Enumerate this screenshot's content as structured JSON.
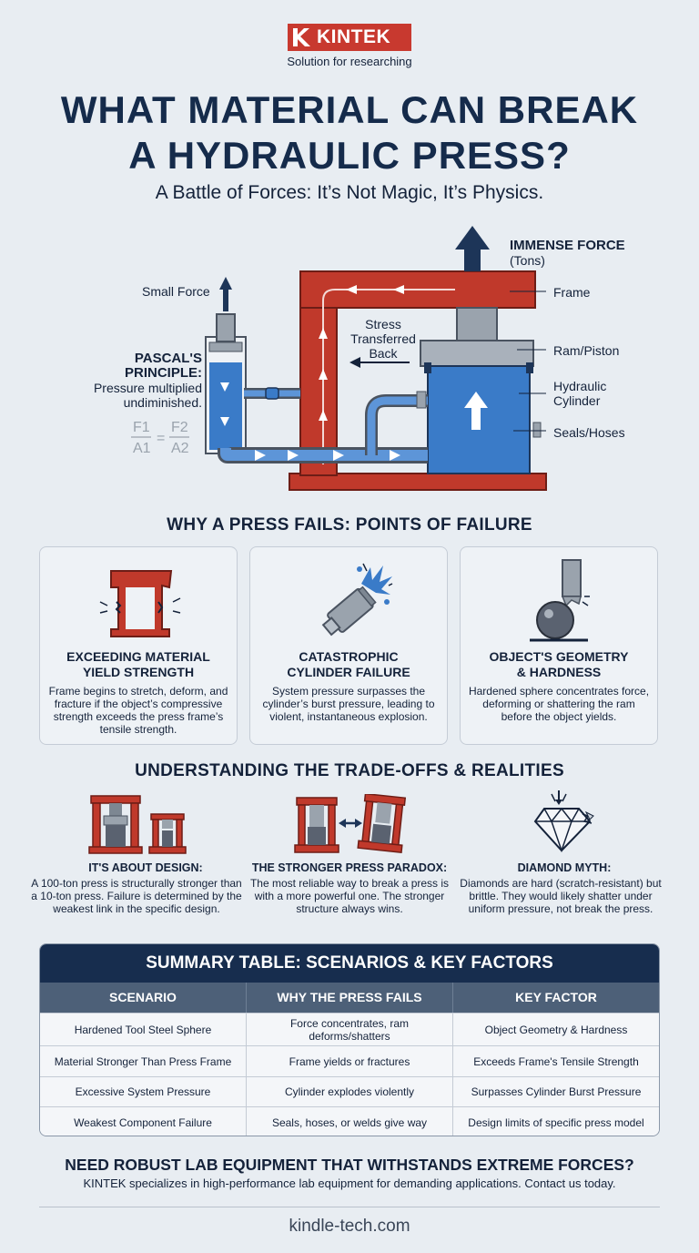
{
  "brand": {
    "name": "KINTEK",
    "tagline": "Solution for researching",
    "color": "#c8392f"
  },
  "title": {
    "line1": "WHAT MATERIAL CAN BREAK",
    "line2": "A HYDRAULIC PRESS?"
  },
  "subtitle": "A Battle of Forces: It’s Not Magic, It’s Physics.",
  "diagram": {
    "small_force": "Small Force",
    "immense_force": "IMMENSE FORCE",
    "immense_force_unit": "(Tons)",
    "frame": "Frame",
    "stress_line1": "Stress",
    "stress_line2": "Transferred",
    "stress_line3": "Back",
    "ram_piston": "Ram/Piston",
    "cylinder_line1": "Hydraulic",
    "cylinder_line2": "Cylinder",
    "seals_hoses": "Seals/Hoses",
    "pascal_line1": "PASCAL'S",
    "pascal_line2": "PRINCIPLE:",
    "pascal_desc_line1": "Pressure multiplied",
    "pascal_desc_line2": "undiminished.",
    "formula": {
      "f1": "F1",
      "a1": "A1",
      "f2": "F2",
      "a2": "A2",
      "eq": "="
    },
    "colors": {
      "frame_red": "#c0392b",
      "fluid_blue": "#3a7bc8",
      "steel_gray": "#9aa3ad",
      "navy": "#1d3558"
    }
  },
  "failures": {
    "heading": "WHY A PRESS FAILS: POINTS OF FAILURE",
    "cards": [
      {
        "icon": "broken-frame-icon",
        "title_line1": "EXCEEDING MATERIAL",
        "title_line2": "YIELD STRENGTH",
        "desc": "Frame begins to stretch, deform, and fracture if the object’s compressive strength exceeds the press frame’s tensile strength."
      },
      {
        "icon": "exploding-cylinder-icon",
        "title_line1": "CATASTROPHIC",
        "title_line2": "CYLINDER FAILURE",
        "desc": "System pressure surpasses the cylinder’s burst pressure, leading to violent, instantaneous explosion."
      },
      {
        "icon": "sphere-ram-icon",
        "title_line1": "OBJECT'S GEOMETRY",
        "title_line2": "& HARDNESS",
        "desc": "Hardened sphere concentrates force, deforming or shattering the ram before the object yields."
      }
    ]
  },
  "tradeoffs": {
    "heading": "UNDERSTANDING THE TRADE-OFFS & REALITIES",
    "items": [
      {
        "icon": "two-presses-icon",
        "title": "IT'S ABOUT DESIGN:",
        "desc": "A 100-ton press is structurally stronger than a 10-ton press. Failure is determined by the weakest link in the specific design."
      },
      {
        "icon": "press-vs-press-icon",
        "title": "THE STRONGER PRESS PARADOX:",
        "desc": "The most reliable way to break a press is with a more powerful one. The stronger structure always wins."
      },
      {
        "icon": "diamond-icon",
        "title": "DIAMOND MYTH:",
        "desc": "Diamonds are hard (scratch-resistant) but brittle. They would likely shatter under uniform pressure, not break the press."
      }
    ]
  },
  "table": {
    "heading": "SUMMARY TABLE: SCENARIOS & KEY FACTORS",
    "columns": [
      "SCENARIO",
      "WHY THE PRESS FAILS",
      "KEY FACTOR"
    ],
    "rows": [
      [
        "Hardened Tool Steel Sphere",
        "Force concentrates, ram deforms/shatters",
        "Object Geometry & Hardness"
      ],
      [
        "Material Stronger Than Press Frame",
        "Frame yields or fractures",
        "Exceeds Frame's Tensile Strength"
      ],
      [
        "Excessive System Pressure",
        "Cylinder explodes violently",
        "Surpasses Cylinder Burst Pressure"
      ],
      [
        "Weakest Component Failure",
        "Seals, hoses, or welds give way",
        "Design limits of specific press model"
      ]
    ]
  },
  "cta": {
    "title": "NEED ROBUST LAB EQUIPMENT THAT WITHSTANDS EXTREME FORCES?",
    "desc": "KINTEK specializes in high-performance lab equipment for demanding applications. Contact us today."
  },
  "website": "kindle-tech.com"
}
